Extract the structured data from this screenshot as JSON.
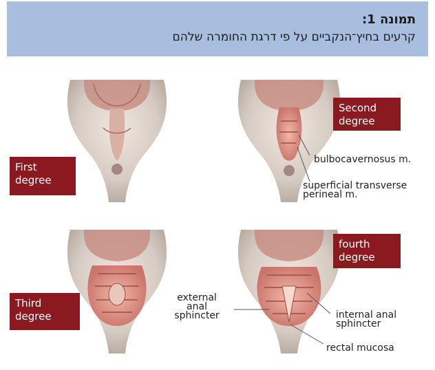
{
  "caption": {
    "title": "תמונה 1:",
    "subtitle": "קרעים בחיץ־הנקביים על פי דרגת החומרה שלהם"
  },
  "figure": {
    "degrees": {
      "first": "First\ndegree",
      "second": "Second\ndegree",
      "third": "Third\ndegree",
      "fourth": "fourth\ndegree"
    },
    "labels": {
      "bulbocavernosus": "bulbocavernosus m.",
      "superficial": "superficial transverse\nperineal m.",
      "external": "external\nanal\nsphincter",
      "internal": "internal anal\nsphincter",
      "rectal": "rectal mucosa"
    }
  },
  "colors": {
    "caption_bg": "#a7bedf",
    "label_box": "#8b1a20"
  }
}
